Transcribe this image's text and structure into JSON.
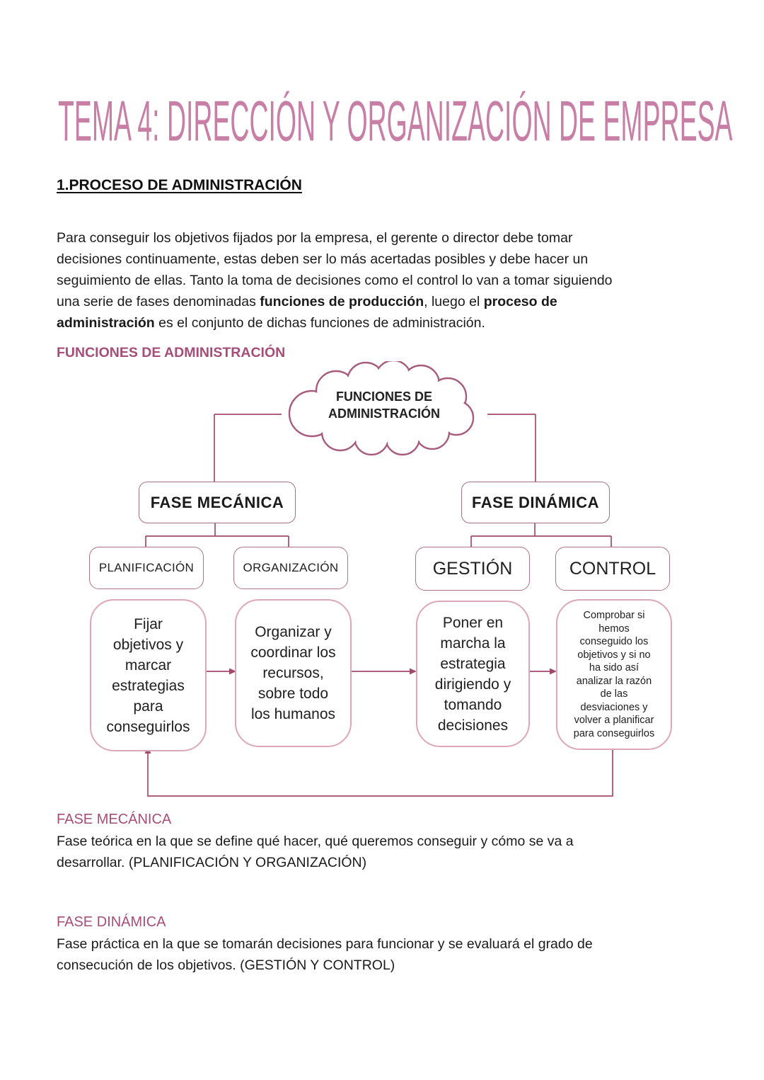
{
  "page": {
    "title": "TEMA 4: DIRECCIÓN Y ORGANIZACIÓN DE EMPRESA"
  },
  "content": {
    "section_heading": "1.PROCESO DE ADMINISTRACIÓN",
    "para_lines": [
      {
        "segs": [
          {
            "t": "Para conseguir los objetivos fijados por la empresa, el gerente o director debe tomar"
          }
        ]
      },
      {
        "segs": [
          {
            "t": "decisiones continuamente, estas deben ser lo más acertadas posibles y debe hacer un"
          }
        ]
      },
      {
        "segs": [
          {
            "t": "seguimiento de ellas. Tanto la toma de decisiones como el control lo van a tomar siguiendo"
          }
        ]
      },
      {
        "segs": [
          {
            "t": "una serie de fases denominadas "
          },
          {
            "t": "funciones de producción",
            "b": true
          },
          {
            "t": ", luego el "
          },
          {
            "t": "proceso de",
            "b": true
          }
        ]
      },
      {
        "segs": [
          {
            "t": "administración",
            "b": true
          },
          {
            "t": " es el conjunto de dichas funciones de administración."
          }
        ]
      }
    ],
    "subheading": "FUNCIONES DE ADMINISTRACIÓN"
  },
  "diagram": {
    "cloud": "FUNCIONES DE\nADMINISTRACIÓN",
    "phases": [
      {
        "label": "FASE MECÁNICA"
      },
      {
        "label": "FASE DINÁMICA"
      }
    ],
    "functions": [
      {
        "label": "PLANIFICACIÓN",
        "desc": "Fijar\nobjetivos y\nmarcar\nestrategias\npara\nconseguirlos"
      },
      {
        "label": "ORGANIZACIÓN",
        "desc": "Organizar y\ncoordinar los\nrecursos,\nsobre todo\nlos humanos"
      },
      {
        "label": "GESTIÓN",
        "desc": "Poner en\nmarcha la\nestrategia\ndirigiendo y\ntomando\ndecisiones"
      },
      {
        "label": "CONTROL",
        "desc": "Comprobar si\nhemos\nconseguido los\nobjetivos y si no\nha sido así\nanalizar la razón\nde las\ndesviaciones y\nvolver a planificar\npara conseguirlos"
      }
    ]
  },
  "sections": [
    {
      "heading": "FASE MECÁNICA",
      "body": "Fase teórica en la que se define qué hacer, qué queremos conseguir y cómo se va a\ndesarrollar. (PLANIFICACIÓN Y ORGANIZACIÓN)"
    },
    {
      "heading": "FASE DINÁMICA",
      "body": "Fase práctica en la que se tomarán decisiones para funcionar y se evaluará el grado de\nconsecución de los objetivos. (GESTIÓN Y CONTROL)"
    }
  ],
  "colors": {
    "title_pink": "#c77fa6",
    "heading_magenta": "#a64d79",
    "connector_rose": "#a34a6b",
    "phase_box_border": "#a17287",
    "label_box_border": "#ad7489",
    "desc_box_border": "#dda7ba",
    "cloud_stroke": "#a85c7d"
  }
}
